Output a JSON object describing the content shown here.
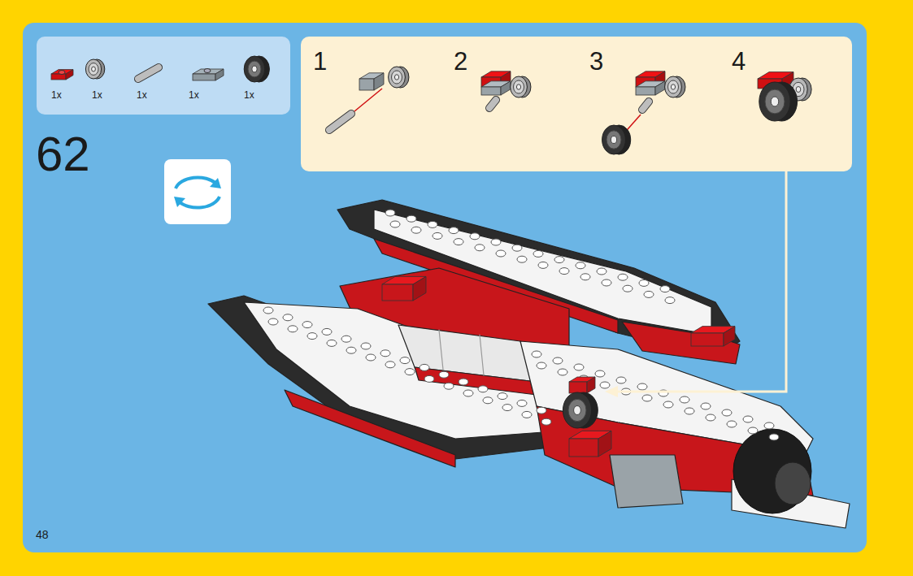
{
  "diagram": {
    "nodes": [
      {
        "text": [
          "1x",
          "1x",
          "1x",
          "1x",
          "1x"
        ]
      },
      {
        "text": [
          "1",
          "2",
          "3",
          "4"
        ]
      }
    ],
    "labels": [
      "62",
      "48"
    ]
  }
}
